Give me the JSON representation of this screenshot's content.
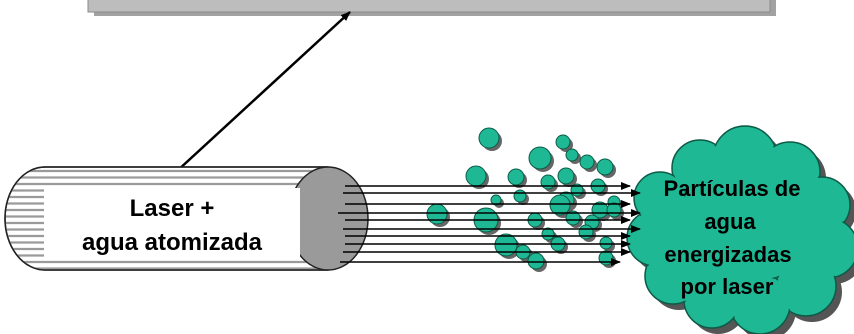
{
  "diagram": {
    "top_box": {
      "visible_text": "",
      "note": ""
    },
    "cylinder": {
      "label_lines": [
        "Laser +",
        "agua atomizada"
      ]
    },
    "cloud": {
      "label_lines": [
        "Partículas de",
        "agua",
        "energizadas",
        "por laser"
      ]
    },
    "colors": {
      "droplet": "#1fb894",
      "cloud": "#1fb894",
      "cylinder_face": "#9a9a9a",
      "stripe": "#9a9a9a",
      "box": "#bdbdbd"
    },
    "icons": [
      "arrow-icon",
      "droplet-icon",
      "cloud-shape",
      "cylinder-shape"
    ]
  }
}
